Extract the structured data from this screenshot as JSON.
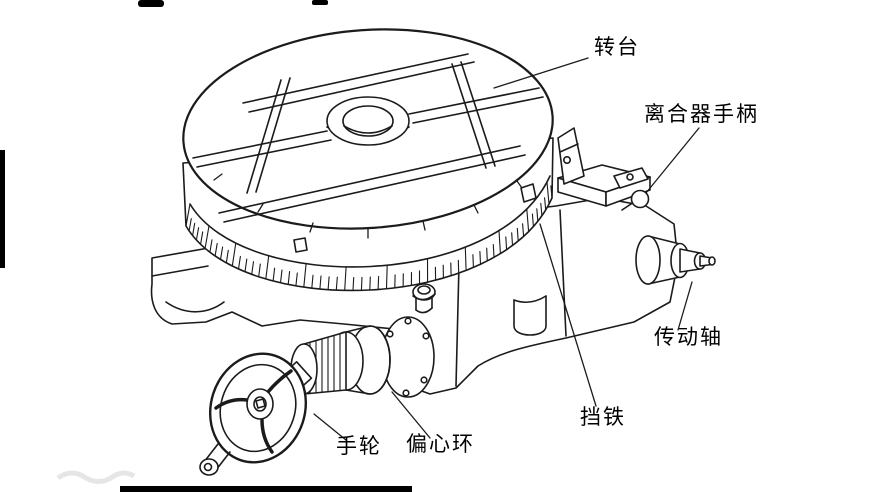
{
  "figure": {
    "background": "#ffffff",
    "line_color": "#1b1b1b",
    "labels": {
      "rotary_table": "转台",
      "clutch_handle": "离合器手柄",
      "drive_shaft": "传动轴",
      "stop_block": "挡铁",
      "handwheel": "手轮",
      "eccentric_ring": "偏心环"
    }
  }
}
